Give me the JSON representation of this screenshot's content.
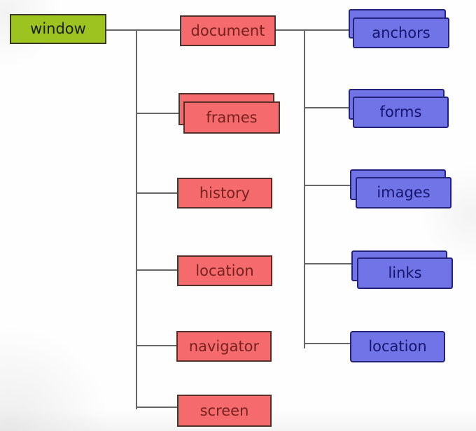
{
  "diagram": {
    "root": {
      "label": "window"
    },
    "window_children": [
      {
        "label": "document"
      },
      {
        "label": "frames"
      },
      {
        "label": "history"
      },
      {
        "label": "location"
      },
      {
        "label": "navigator"
      },
      {
        "label": "screen"
      }
    ],
    "document_children": [
      {
        "label": "anchors"
      },
      {
        "label": "forms"
      },
      {
        "label": "images"
      },
      {
        "label": "links"
      },
      {
        "label": "location"
      }
    ]
  },
  "colors": {
    "window_fill": "#9CC31F",
    "window_border": "#3A3A22",
    "object_fill": "#F56A6C",
    "object_border": "#553029",
    "object_text": "#76231F",
    "collection_fill": "#7174E7",
    "collection_border": "#23237B",
    "collection_text": "#16166E",
    "connector": "#666666"
  }
}
